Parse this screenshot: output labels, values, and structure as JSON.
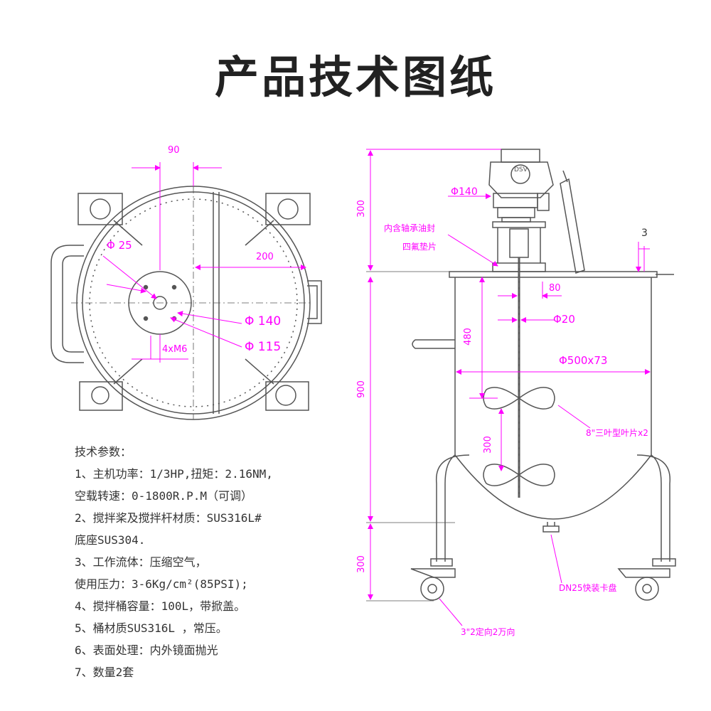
{
  "title": "产品技术图纸",
  "top_view": {
    "dim_top": "90",
    "dim_hole": "Φ 25",
    "dim_offset": "200",
    "dim_d140": "Φ 140",
    "dim_d115": "Φ 115",
    "dim_bolt": "4xM6"
  },
  "side_view": {
    "dim_total_top": "300",
    "dim_d140": "Φ140",
    "seal_label_1": "内含轴承油封",
    "seal_label_2": "四氟垫片",
    "dim_3": "3",
    "dim_80": "80",
    "dim_d20": "Φ20",
    "dim_480": "480",
    "dim_d500": "Φ500x73",
    "dim_900": "900",
    "impeller_label": "8\"三叶型叶片x2",
    "dim_300": "300",
    "dim_leg": "300",
    "outlet_label": "DN25快装卡盘",
    "caster_label": "3\"2定向2万向",
    "brand": "DSV"
  },
  "specs": [
    "技术参数：",
    "1、主机功率：1/3HP,扭矩：2.16NM,",
    "空载转速：0-1800R.P.M（可调）",
    "2、搅拌桨及搅拌杆材质：SUS316L#",
    "底座SUS304.",
    "3、工作流体：压缩空气，",
    "使用压力：3-6Kg/cm²(85PSI);",
    "4、搅拌桶容量：100L，带掀盖。",
    "5、桶材质SUS316L ，常压。",
    "6、表面处理：内外镜面抛光",
    "7、数量2套"
  ],
  "colors": {
    "line": "#555555",
    "dimension": "#ff00ff",
    "text": "#333333"
  }
}
